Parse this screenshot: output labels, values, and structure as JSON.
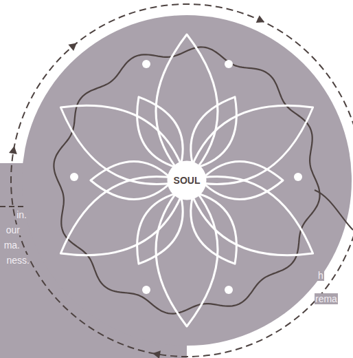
{
  "diagram": {
    "nodes": [
      {
        "text": [
          "SOUL"
        ]
      }
    ],
    "labels": [
      "in.",
      "our",
      "ma.",
      "ness.",
      "h",
      "rema"
    ]
  }
}
